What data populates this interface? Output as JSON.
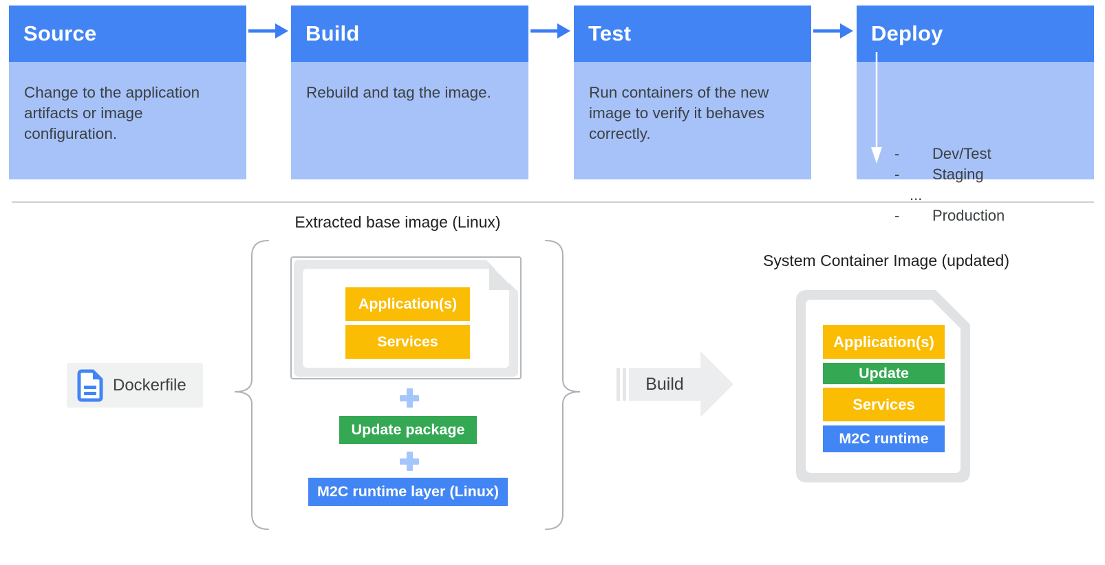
{
  "pipeline": {
    "stages": [
      {
        "title": "Source",
        "description": "Change to the application artifacts or image configuration."
      },
      {
        "title": "Build",
        "description": "Rebuild and tag the image."
      },
      {
        "title": "Test",
        "description": "Run containers of the new image to verify it behaves correctly."
      },
      {
        "title": "Deploy",
        "description": "",
        "items": [
          {
            "bullet": "-",
            "label": "Dev/Test"
          },
          {
            "bullet": "-",
            "label": "Staging"
          },
          {
            "bullet": "",
            "label": "..."
          },
          {
            "bullet": "-",
            "label": "Production"
          }
        ]
      }
    ]
  },
  "dockerfile_chip": {
    "label": "Dockerfile",
    "icon": "document-icon"
  },
  "base_image_group": {
    "title": "Extracted base image (Linux)",
    "document_layers": [
      {
        "label": "Application(s)",
        "color": "#FBBC04"
      },
      {
        "label": "Services",
        "color": "#FBBC04"
      }
    ],
    "plus_sign": "+",
    "update_package": {
      "label": "Update package",
      "color": "#34A853"
    },
    "runtime_layer": {
      "label": "M2C runtime layer (Linux)",
      "color": "#4285F4"
    }
  },
  "build_step": {
    "label": "Build"
  },
  "result_group": {
    "title": "System Container Image (updated)",
    "layers": [
      {
        "label": "Application(s)",
        "color": "#FBBC04"
      },
      {
        "label": "Update",
        "color": "#34A853"
      },
      {
        "label": "Services",
        "color": "#FBBC04"
      },
      {
        "label": "M2C runtime",
        "color": "#4285F4"
      }
    ]
  },
  "palette": {
    "stage_header_bg": "#4284F4",
    "stage_body_bg": "#A6C2F8",
    "flow_arrow_blue": "#3C7DF6",
    "body_text": "#3C4043",
    "title_text": "#202124",
    "plus_blue": "#A5C6FB",
    "doc_gray": "#E7E8EA",
    "border_gray": "#B4B8BC",
    "brace_gray": "#AEB2B7",
    "build_arrow_gray": "#ECEDEE",
    "chip_bg": "#F0F1F1",
    "divider": "#CDD0D4"
  }
}
